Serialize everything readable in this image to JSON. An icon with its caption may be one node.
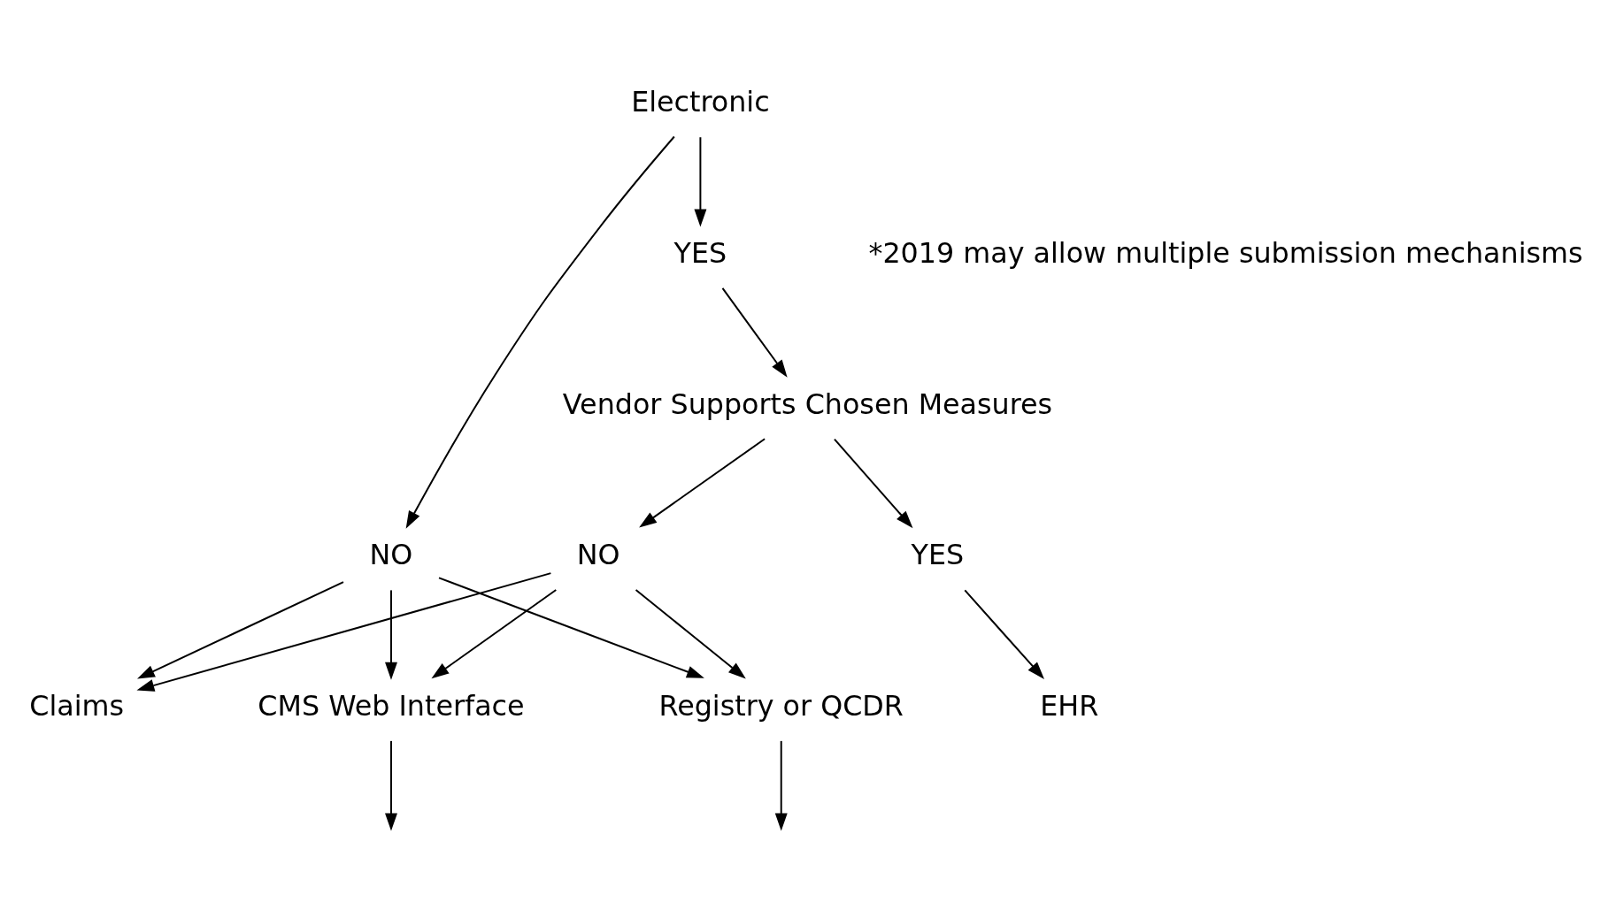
{
  "diagram": {
    "nodes": [
      {
        "text": [
          "Electronic"
        ]
      },
      {
        "text": [
          "NO"
        ]
      },
      {
        "text": [
          "YES"
        ]
      },
      {
        "text": [
          "Vendor Supports Chosen Measures"
        ]
      },
      {
        "text": [
          "NO"
        ]
      },
      {
        "text": [
          "YES"
        ]
      },
      {
        "text": [
          "Claims"
        ]
      },
      {
        "text": [
          "CMS Web Interface"
        ]
      },
      {
        "text": [
          "Registry or QCDR"
        ]
      },
      {
        "text": [
          "EHR"
        ]
      }
    ],
    "edges": [
      {
        "from": 0,
        "to": 1,
        "arrow": "to"
      },
      {
        "from": 0,
        "to": 2,
        "arrow": "to"
      },
      {
        "from": 2,
        "to": 3,
        "arrow": "to"
      },
      {
        "from": 3,
        "to": 4,
        "arrow": "to"
      },
      {
        "from": 3,
        "to": 5,
        "arrow": "to"
      },
      {
        "from": 5,
        "to": 9,
        "arrow": "to"
      },
      {
        "from": 1,
        "to": 6,
        "arrow": "to"
      },
      {
        "from": 1,
        "to": 7,
        "arrow": "to"
      },
      {
        "from": 1,
        "to": 8,
        "arrow": "to"
      },
      {
        "from": 4,
        "to": 6,
        "arrow": "to"
      },
      {
        "from": 4,
        "to": 7,
        "arrow": "to"
      },
      {
        "from": 4,
        "to": 8,
        "arrow": "to"
      },
      {
        "from": 7,
        "to": null,
        "arrow": "to"
      },
      {
        "from": 8,
        "to": null,
        "arrow": "to"
      }
    ],
    "labels": [
      "*2019 may allow multiple submission mechanisms"
    ]
  }
}
